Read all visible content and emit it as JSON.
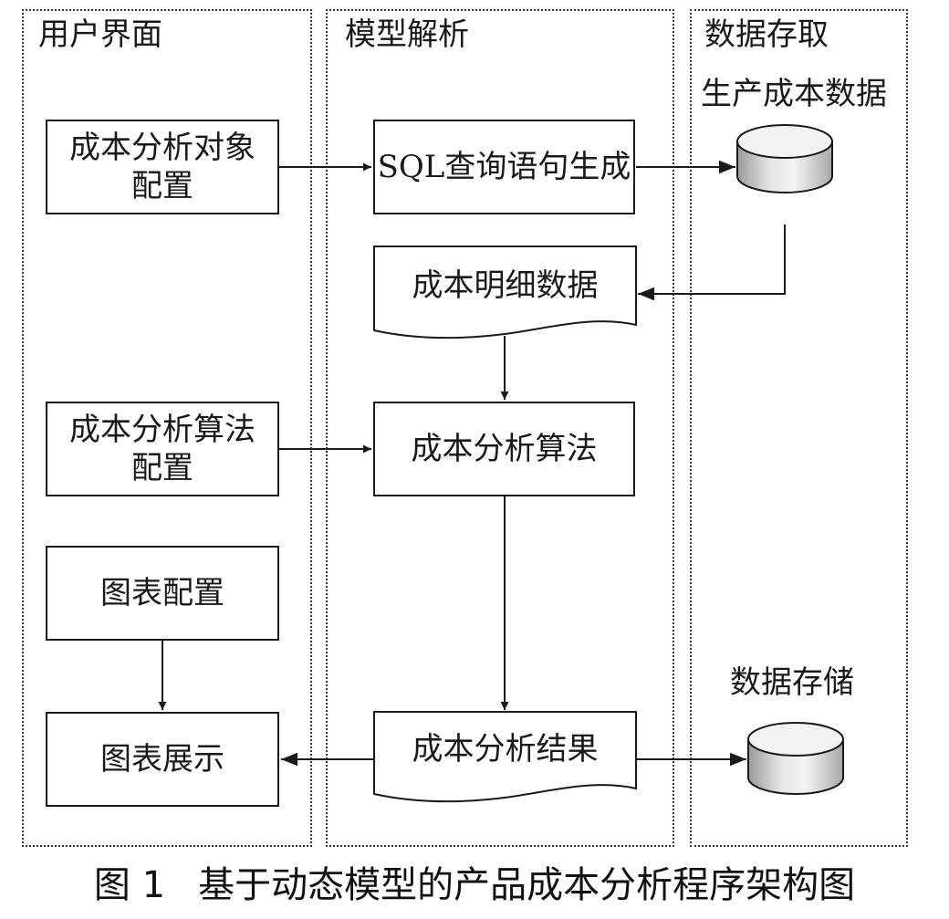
{
  "lanes": {
    "user_interface": "用户界面",
    "model_parsing": "模型解析",
    "data_access": "数据存取"
  },
  "nodes": {
    "cost_object_config": {
      "line1": "成本分析对象",
      "line2": "配置"
    },
    "sql_generation": "SQL查询语句生成",
    "cost_detail_data": "成本明细数据",
    "cost_algorithm_config": {
      "line1": "成本分析算法",
      "line2": "配置"
    },
    "cost_algorithm": "成本分析算法",
    "chart_config": "图表配置",
    "chart_display": "图表展示",
    "cost_result": "成本分析结果",
    "production_cost_db": "生产成本数据",
    "data_storage_db": "数据存储"
  },
  "caption": {
    "number": "图 1",
    "title": "基于动态模型的产品成本分析程序架构图"
  }
}
